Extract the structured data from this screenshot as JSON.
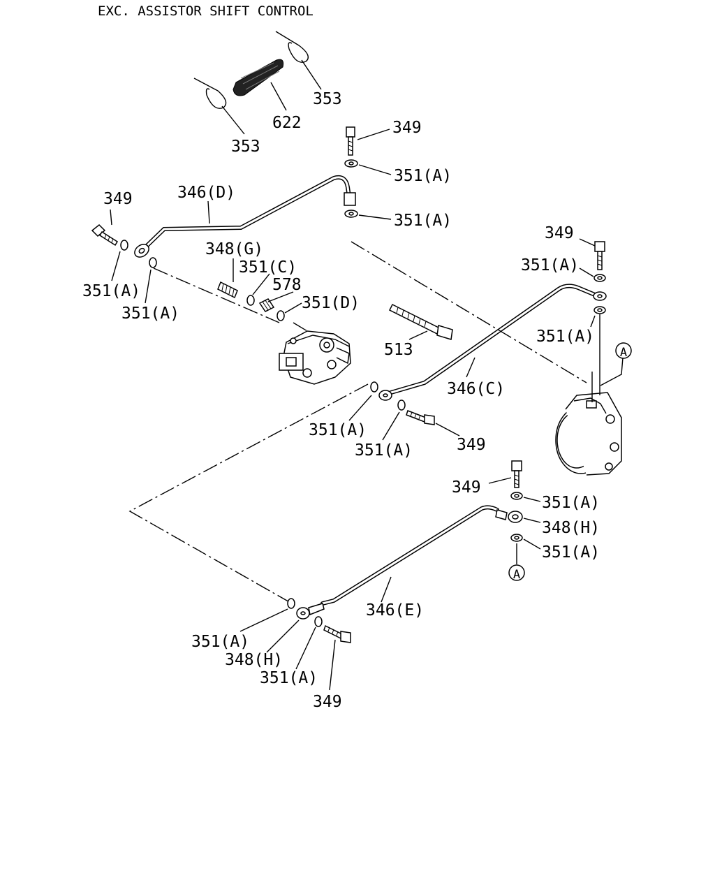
{
  "title": "EXC. ASSISTOR SHIFT CONTROL",
  "callouts": {
    "clip_right": "353",
    "clip_left": "353",
    "hose": "622",
    "bolt_top": "349",
    "washer_top_upper": "351(A)",
    "washer_top_lower": "351(A)",
    "pipe_d": "346(D)",
    "bolt_left": "349",
    "washer_left_outer": "351(A)",
    "washer_left_inner": "351(A)",
    "connector_g": "348(G)",
    "washer_c": "351(C)",
    "plug_578": "578",
    "washer_d": "351(D)",
    "bolt_right": "349",
    "washer_right_upper": "351(A)",
    "washer_right_lower": "351(A)",
    "tie_513": "513",
    "pipe_c": "346(C)",
    "washer_mid_left": "351(A)",
    "washer_mid_right": "351(A)",
    "bolt_mid": "349",
    "bolt_lower_right": "349",
    "washer_lower_right_upper": "351(A)",
    "connector_h_right": "348(H)",
    "washer_lower_right_lower": "351(A)",
    "pipe_e": "346(E)",
    "washer_bottom_outer": "351(A)",
    "connector_h_bottom": "348(H)",
    "washer_bottom_inner": "351(A)",
    "bolt_bottom": "349"
  },
  "reference_marks": {
    "upper": "A",
    "lower": "A"
  }
}
